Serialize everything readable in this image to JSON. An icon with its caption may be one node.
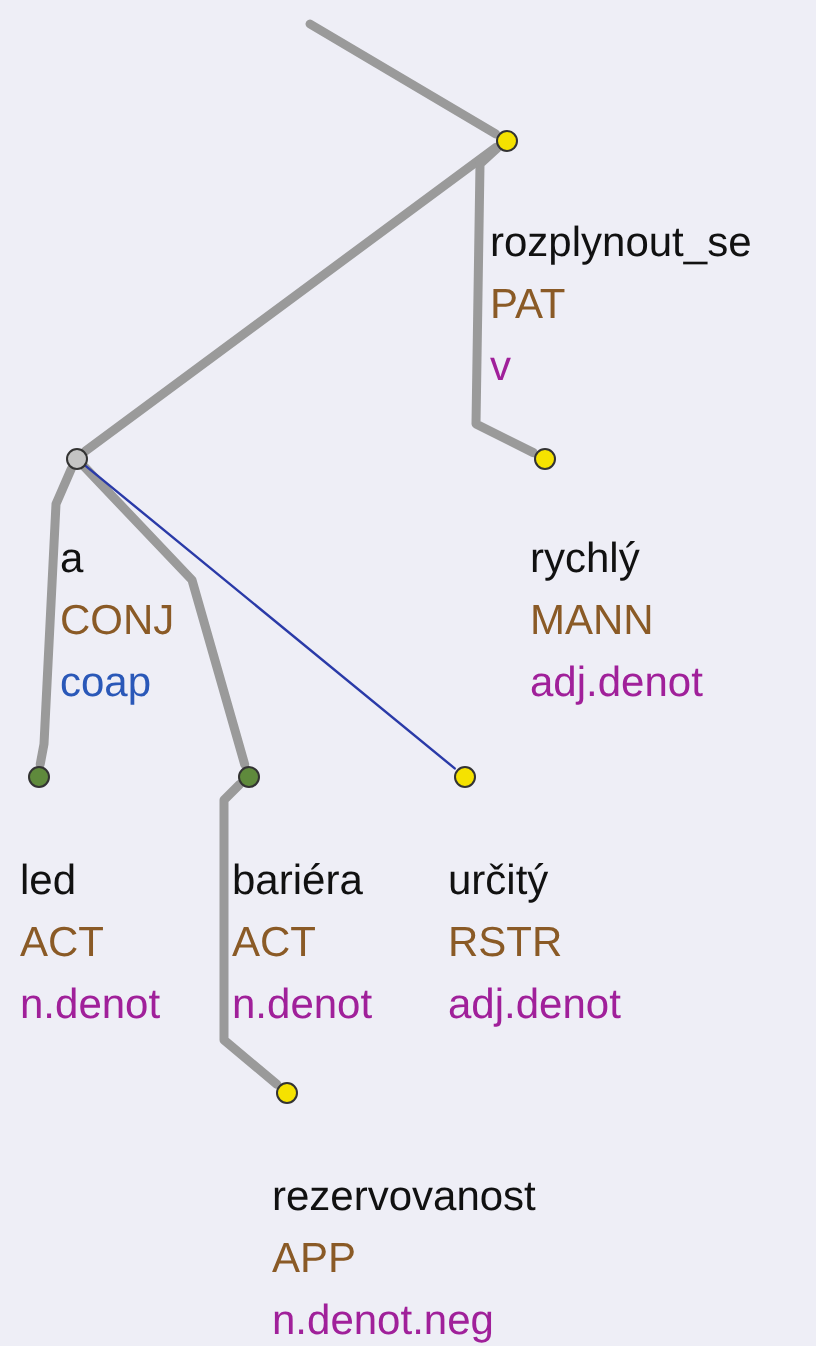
{
  "diagram": {
    "nodes": [
      {
        "text": [],
        "shape": "circle",
        "beside": [
          "rozplynout_se",
          "PAT",
          "v"
        ]
      },
      {
        "text": [],
        "shape": "circle",
        "beside": [
          "a",
          "CONJ",
          "coap"
        ]
      },
      {
        "text": [],
        "shape": "circle",
        "beside": [
          "rychlý",
          "MANN",
          "adj.denot"
        ]
      },
      {
        "text": [],
        "shape": "circle",
        "beside": [
          "led",
          "ACT",
          "n.denot"
        ]
      },
      {
        "text": [],
        "shape": "circle",
        "beside": [
          "bariéra",
          "ACT",
          "n.denot"
        ]
      },
      {
        "text": [],
        "shape": "circle",
        "beside": [
          "určitý",
          "RSTR",
          "adj.denot"
        ]
      },
      {
        "text": [],
        "shape": "circle",
        "beside": [
          "rezervovanost",
          "APP",
          "n.denot.neg"
        ]
      }
    ],
    "edges": [
      {
        "from": null,
        "to": 0,
        "arrow": "none"
      },
      {
        "from": 0,
        "to": 1,
        "arrow": "none"
      },
      {
        "from": 0,
        "to": 2,
        "arrow": "none"
      },
      {
        "from": 1,
        "to": 3,
        "arrow": "none"
      },
      {
        "from": 1,
        "to": 4,
        "arrow": "none"
      },
      {
        "from": 1,
        "to": 5,
        "arrow": "none",
        "color": "#2a3aa8"
      },
      {
        "from": 4,
        "to": 6,
        "arrow": "none"
      }
    ]
  }
}
